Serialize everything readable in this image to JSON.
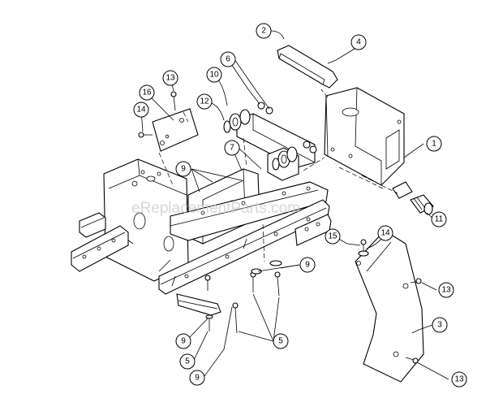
{
  "watermark": "eReplacementParts.com",
  "callouts": [
    {
      "id": "c1",
      "label": "1"
    },
    {
      "id": "c2",
      "label": "2"
    },
    {
      "id": "c3",
      "label": "3"
    },
    {
      "id": "c4",
      "label": "4"
    },
    {
      "id": "c5a",
      "label": "5"
    },
    {
      "id": "c5b",
      "label": "5"
    },
    {
      "id": "c6",
      "label": "6"
    },
    {
      "id": "c7",
      "label": "7"
    },
    {
      "id": "c9a",
      "label": "9"
    },
    {
      "id": "c9b",
      "label": "9"
    },
    {
      "id": "c9c",
      "label": "9"
    },
    {
      "id": "c9d",
      "label": "9"
    },
    {
      "id": "c10",
      "label": "10"
    },
    {
      "id": "c11",
      "label": "11"
    },
    {
      "id": "c12",
      "label": "12"
    },
    {
      "id": "c13a",
      "label": "13"
    },
    {
      "id": "c13b",
      "label": "13"
    },
    {
      "id": "c13c",
      "label": "13"
    },
    {
      "id": "c14a",
      "label": "14"
    },
    {
      "id": "c14b",
      "label": "14"
    },
    {
      "id": "c15",
      "label": "15"
    },
    {
      "id": "c16",
      "label": "16"
    }
  ]
}
